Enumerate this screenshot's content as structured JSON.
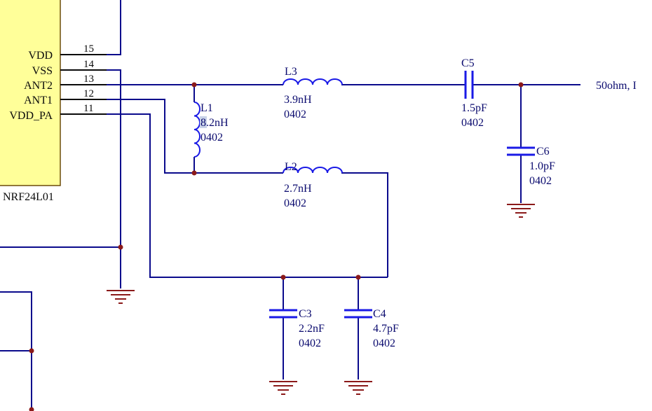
{
  "chip": {
    "name": "NRF24L01",
    "pins": [
      {
        "label": "VDD",
        "number": "15"
      },
      {
        "label": "VSS",
        "number": "14"
      },
      {
        "label": "ANT2",
        "number": "13"
      },
      {
        "label": "ANT1",
        "number": "12"
      },
      {
        "label": "VDD_PA",
        "number": "11"
      }
    ],
    "fill_color": "#ffff99"
  },
  "components": {
    "L1": {
      "ref": "L1",
      "value": "8.2nH",
      "package": "0402"
    },
    "L2": {
      "ref": "L2",
      "value": "2.7nH",
      "package": "0402"
    },
    "L3": {
      "ref": "L3",
      "value": "3.9nH",
      "package": "0402"
    },
    "C3": {
      "ref": "C3",
      "value": "2.2nF",
      "package": "0402"
    },
    "C4": {
      "ref": "C4",
      "value": "4.7pF",
      "package": "0402"
    },
    "C5": {
      "ref": "C5",
      "value": "1.5pF",
      "package": "0402"
    },
    "C6": {
      "ref": "C6",
      "value": "1.0pF",
      "package": "0402"
    }
  },
  "net_labels": {
    "antenna": "50ohm, I"
  },
  "colors": {
    "wire": "#0a0a8c",
    "component": "#1a1ae6",
    "ground": "#8b1a1a",
    "junction": "#8b1a1a"
  }
}
